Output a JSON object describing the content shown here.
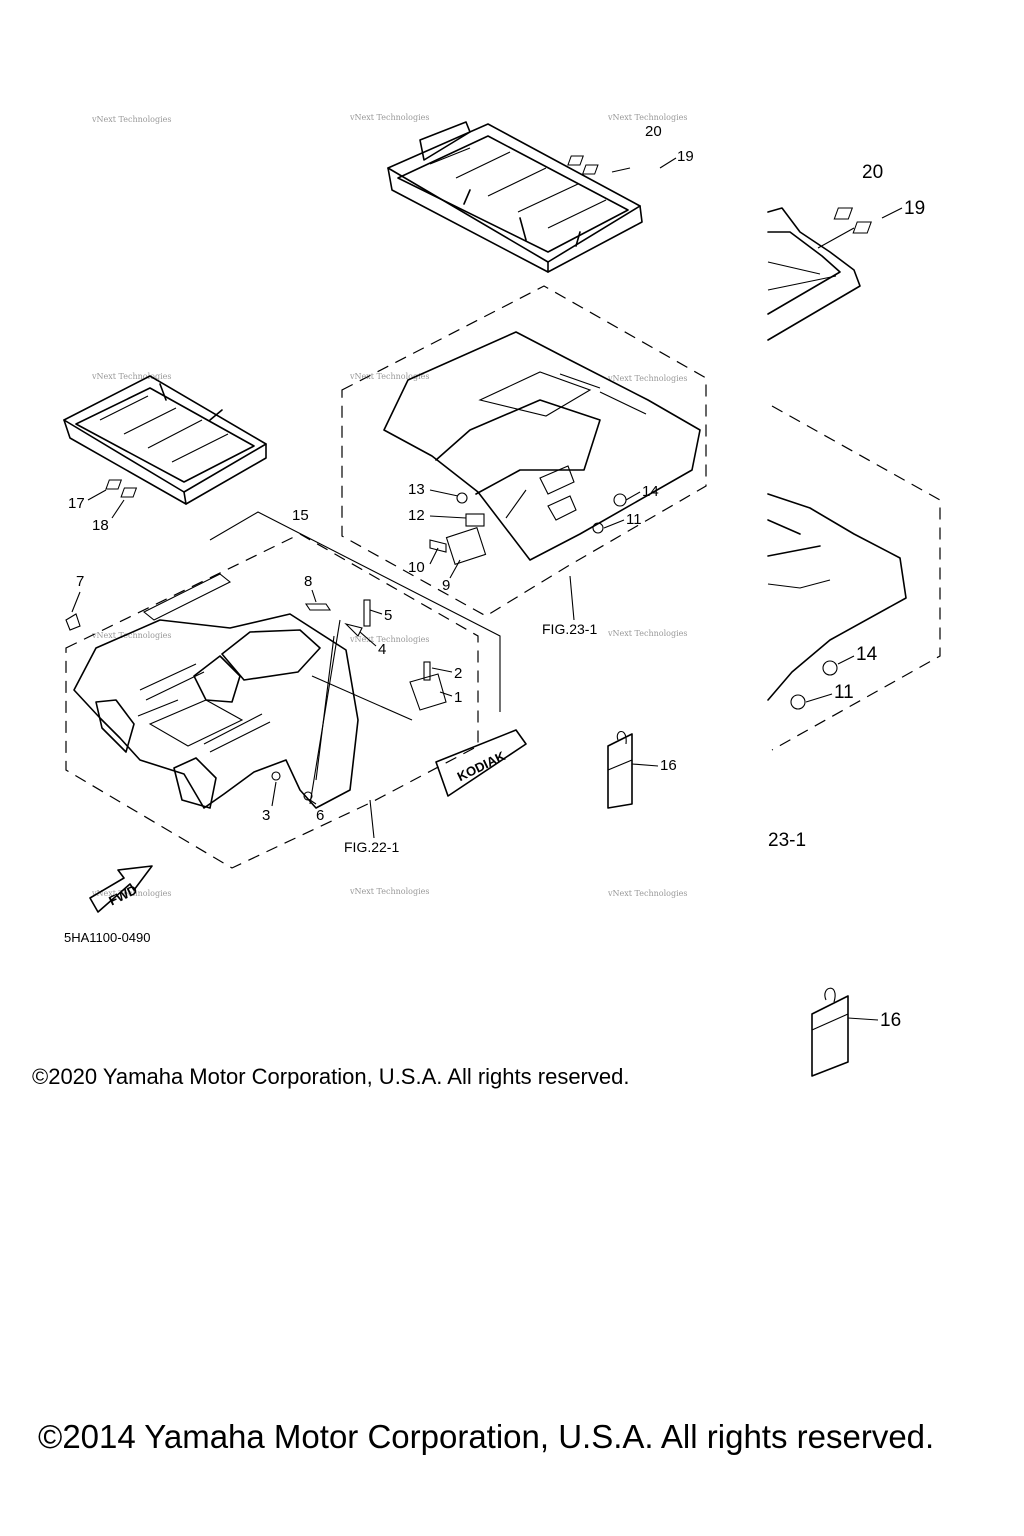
{
  "watermark": "vNext Technologies",
  "callouts": [
    "1",
    "2",
    "3",
    "4",
    "5",
    "6",
    "7",
    "8",
    "9",
    "10",
    "11",
    "12",
    "13",
    "14",
    "15",
    "16",
    "17",
    "18",
    "19",
    "20"
  ],
  "fig_refs": {
    "rear": "FIG.23-1",
    "front": "FIG.22-1"
  },
  "drawing_code": "5HA1100-0490",
  "decals": {
    "brand": "KODIAK",
    "arrow": "FWD"
  },
  "inset": {
    "callouts": [
      "20",
      "19",
      "14",
      "11",
      "16"
    ],
    "fig_ref": "23-1"
  },
  "copyright_2020": "©2020 Yamaha Motor Corporation, U.S.A. All rights reserved.",
  "copyright_2014": "©2014 Yamaha Motor Corporation, U.S.A. All rights reserved."
}
